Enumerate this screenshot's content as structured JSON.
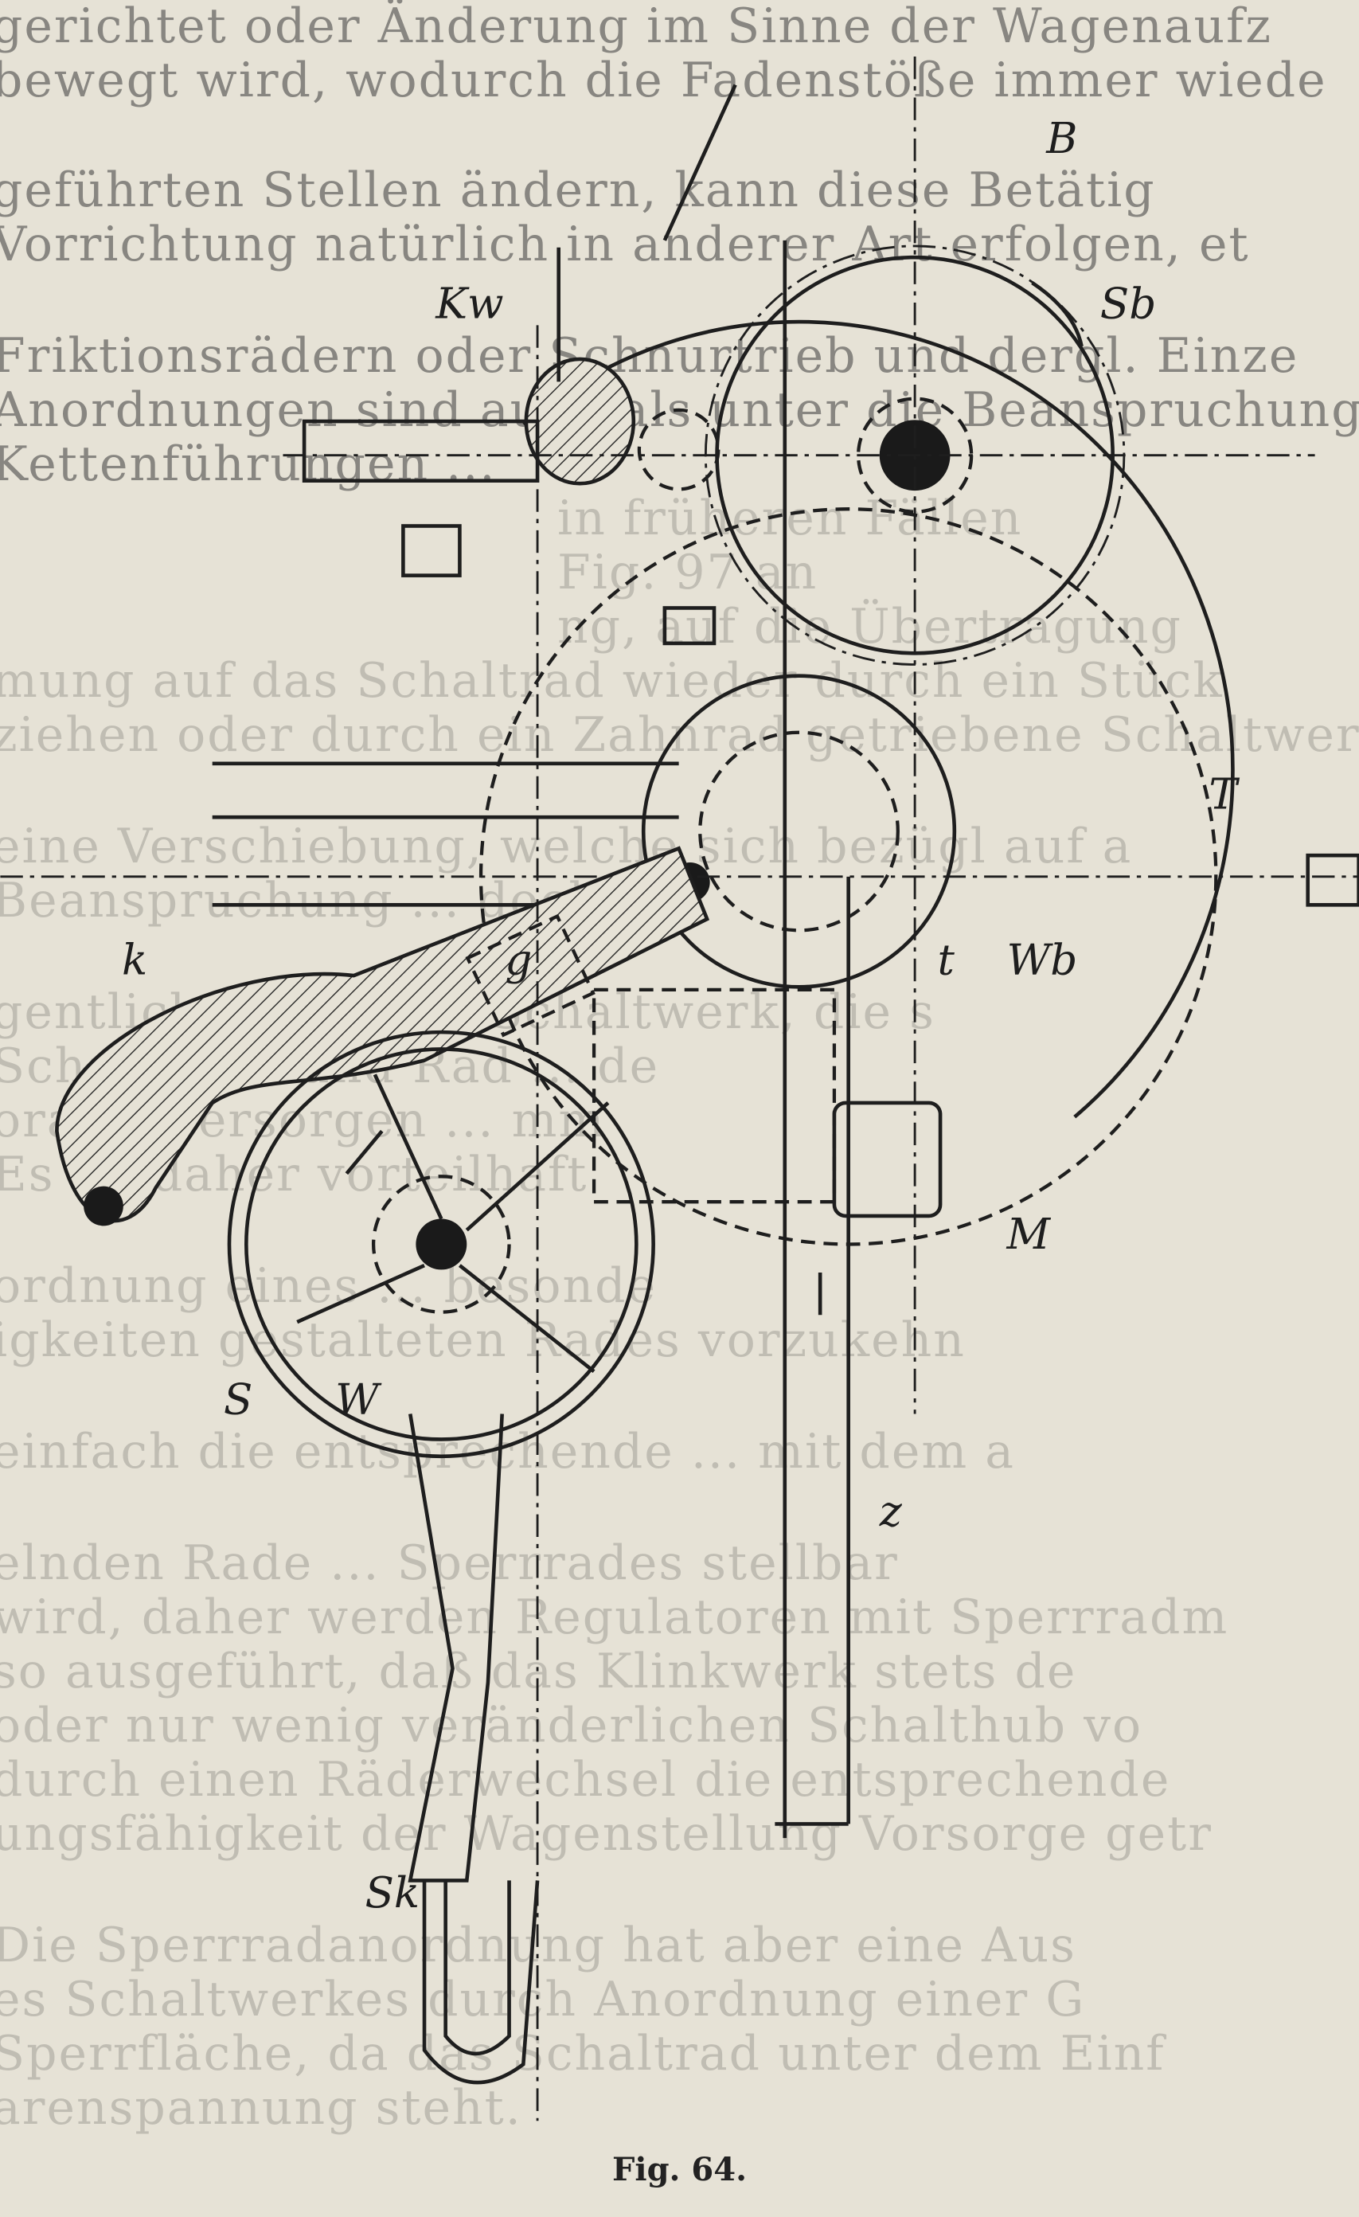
{
  "text_lines": [
    "gerichtet oder Änderung im Sinne der Wagenaufz",
    "bewegt wird, wodurch die Fadenstöße immer wiede",
    "geführten Stellen ändern, kann diese Betätig",
    "Vorrichtung natürlich in anderer Art erfolgen, et",
    "Friktionsrädern oder Schnurtrieb und dergl. Einze",
    "Anordnungen sind auch als unter die Beanspruchung n",
    "Kettenführungen ..."
  ],
  "faint_lines": [
    "in früheren Fällen",
    "Fig. 97 an",
    "ng, auf die Übertragung",
    "mung auf das Schaltrad wieder durch ein Stück",
    "ziehen oder durch ein Zahnrad getriebene Schaltwerksa",
    "eine Verschiebung, welche sich bezügl auf a",
    "Beanspruchung ... doch",
    "gentlich durch das Schaltwerk, die s",
    "Schaltwerk und Rad ... de",
    "ora zu versorgen ... mm",
    "Es ist daher vorteilhaft",
    "ordnung eines ... besonde",
    "igkeiten gestalteten Rades vorzukehn",
    "einfach die entsprechende ... mit dem a",
    "elnden Rade ... Sperrrades stellbar",
    "wird, daher werden Regulatoren mit Sperrradm",
    "so ausgeführt, daß das Klinkwerk stets de",
    "oder nur wenig veränderlichen Schalthub vo",
    "durch einen Räderwechsel die entsprechende",
    "ungsfähigkeit der Wagenstellung Vorsorge getr",
    "Die Sperrradanordnung hat aber eine Aus",
    "es Schaltwerkes durch Anordnung einer G",
    "Sperrfläche, da das Schaltrad unter dem Einf",
    "arenspannung steht."
  ],
  "figure": {
    "caption": "Fig. 64.",
    "labels": {
      "B": "B",
      "Sb": "Sb",
      "Kw": "Kw",
      "T": "T",
      "Wb": "Wb",
      "t": "t",
      "k": "k",
      "g": "g",
      "M": "M",
      "W": "W",
      "S": "S",
      "z": "z",
      "Sk": "Sk"
    }
  }
}
